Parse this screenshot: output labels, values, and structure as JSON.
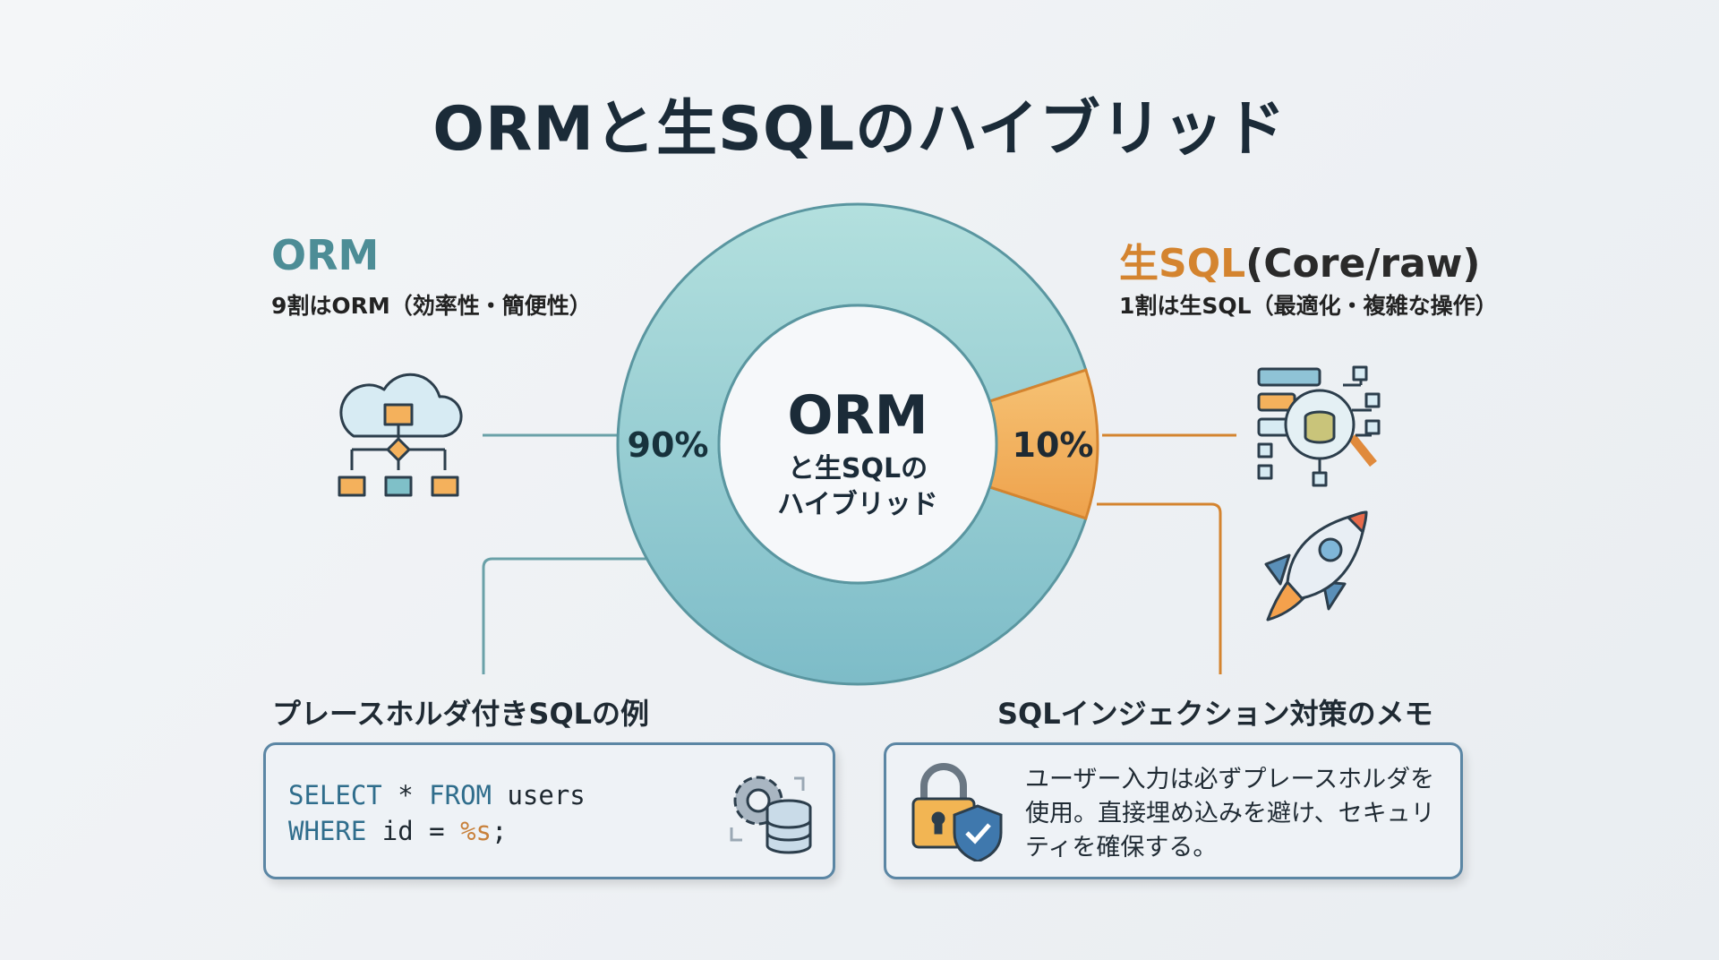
{
  "title": "ORMと生SQLのハイブリッド",
  "orm": {
    "heading": "ORM",
    "subtitle": "9割はORM（効率性・簡便性）"
  },
  "raw_sql": {
    "heading_accent": "生SQL",
    "heading_rest": "(Core/raw)",
    "subtitle": "1割は生SQL（最適化・複雑な操作）"
  },
  "donut": {
    "center_line1": "ORM",
    "center_line2": "と生SQLの",
    "center_line3": "ハイブリッド",
    "orm_label": "90%",
    "sql_label": "10%"
  },
  "chart_data": {
    "type": "pie",
    "categories": [
      "ORM",
      "生SQL"
    ],
    "values": [
      90,
      10
    ],
    "colors": [
      "#8fc9cf",
      "#f2b260"
    ]
  },
  "example": {
    "heading": "プレースホルダ付きSQLの例",
    "code": {
      "l1_kw1": "SELECT",
      "l1_star": " * ",
      "l1_kw2": "FROM",
      "l1_rest": " users",
      "l2_kw": "WHERE",
      "l2_mid": " id = ",
      "l2_ph": "%s",
      "l2_end": ";"
    }
  },
  "memo": {
    "heading": "SQLインジェクション対策のメモ",
    "line1": "ユーザー入力は必ずプレースホルダを",
    "line2": "使用。直接埋め込みを避け、セキュリ",
    "line3": "ティを確保する。"
  },
  "colors": {
    "teal": "#5a9aa3",
    "orange": "#d4842f",
    "dark": "#1b2b38"
  }
}
